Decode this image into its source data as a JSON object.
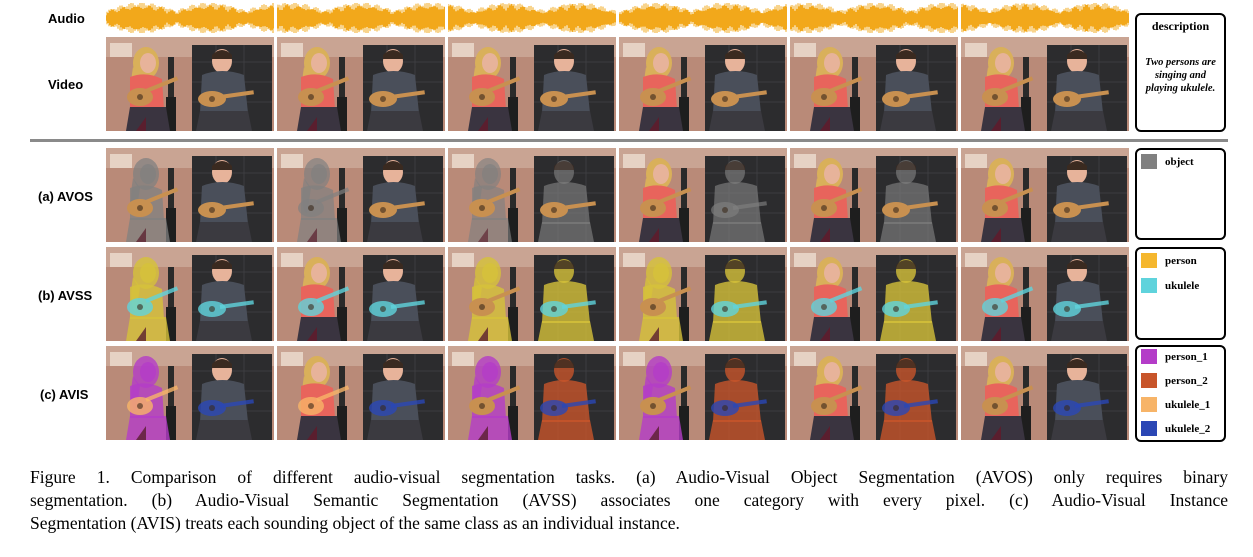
{
  "labels": {
    "audio": "Audio",
    "video": "Video",
    "avos": "(a) AVOS",
    "avss": "(b) AVSS",
    "avis": "(c) AVIS"
  },
  "description_box": {
    "title": "description",
    "text": "Two persons are singing and playing ukulele."
  },
  "legends": {
    "avos": [
      {
        "name": "object",
        "color": "#808080"
      }
    ],
    "avss": [
      {
        "name": "person",
        "color": "#f5b72e"
      },
      {
        "name": "ukulele",
        "color": "#5fd3dc"
      }
    ],
    "avis": [
      {
        "name": "person_1",
        "color": "#b43cc8"
      },
      {
        "name": "person_2",
        "color": "#c8552a"
      },
      {
        "name": "ukulele_1",
        "color": "#f7b468"
      },
      {
        "name": "ukulele_2",
        "color": "#2b47b5"
      }
    ]
  },
  "colors": {
    "waveform": "#f2a81b",
    "wall": "#b98a78",
    "panel": "#2c2c2e",
    "woman_top": "#e8645c",
    "woman_hair": "#d9b05a",
    "man_shirt": "#4a4f5a",
    "skin": "#e7b39a",
    "ukulele": "#c89050",
    "jeans": "#3a3440"
  },
  "caption": {
    "line1": "Figure 1. Comparison of different audio-visual segmentation tasks. (a) Audio-Visual Object Segmentation (AVOS) only requires binary",
    "line2": "segmentation. (b) Audio-Visual Semantic Segmentation (AVSS) associates one category with every pixel. (c) Audio-Visual Instance",
    "line3": "Segmentation (AVIS) treats each sounding object of the same class as an individual instance."
  }
}
